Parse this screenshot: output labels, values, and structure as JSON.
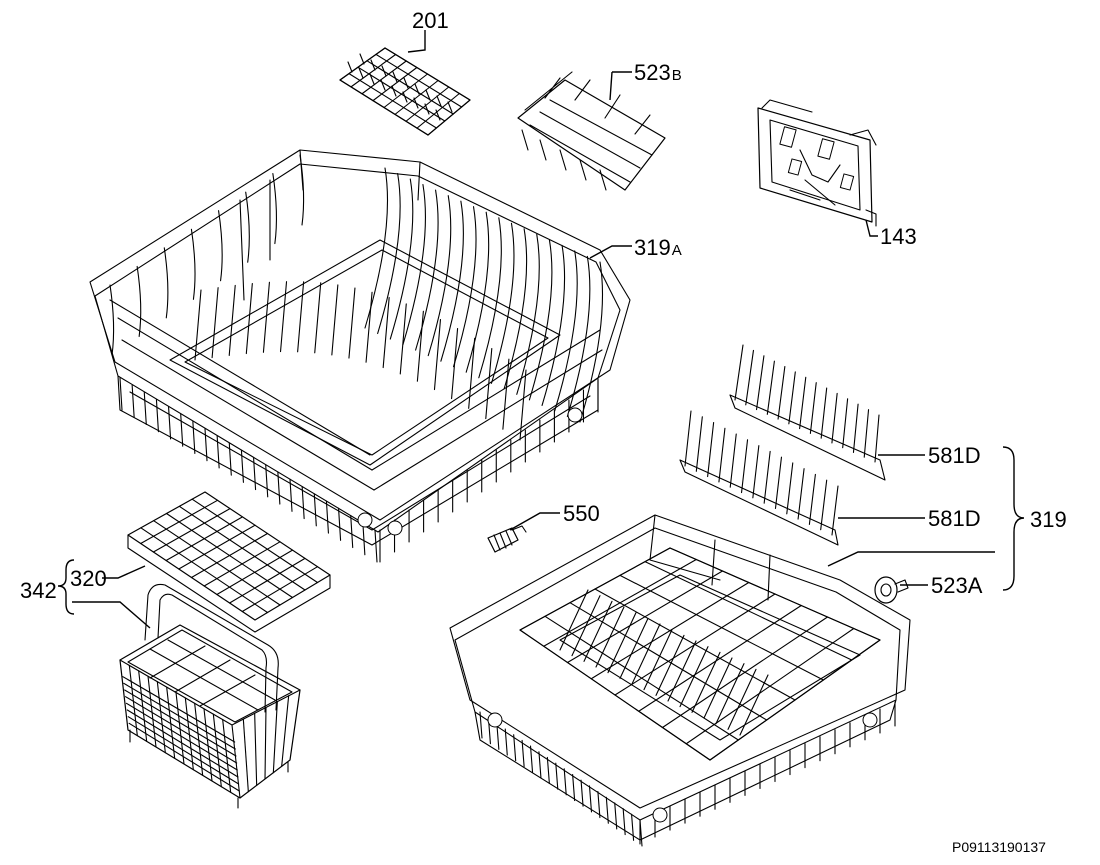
{
  "diagram": {
    "reference_code": "P09113190137",
    "callouts": [
      {
        "id": "201",
        "text": "201"
      },
      {
        "id": "523b",
        "text": "523",
        "suffix": "B"
      },
      {
        "id": "143",
        "text": "143"
      },
      {
        "id": "319a",
        "text": "319",
        "suffix": "A"
      },
      {
        "id": "581d-top",
        "text": "581D"
      },
      {
        "id": "581d-bottom",
        "text": "581D"
      },
      {
        "id": "319",
        "text": "319"
      },
      {
        "id": "550",
        "text": "550"
      },
      {
        "id": "523a",
        "text": "523A"
      },
      {
        "id": "342",
        "text": "342"
      },
      {
        "id": "320",
        "text": "320"
      }
    ]
  }
}
